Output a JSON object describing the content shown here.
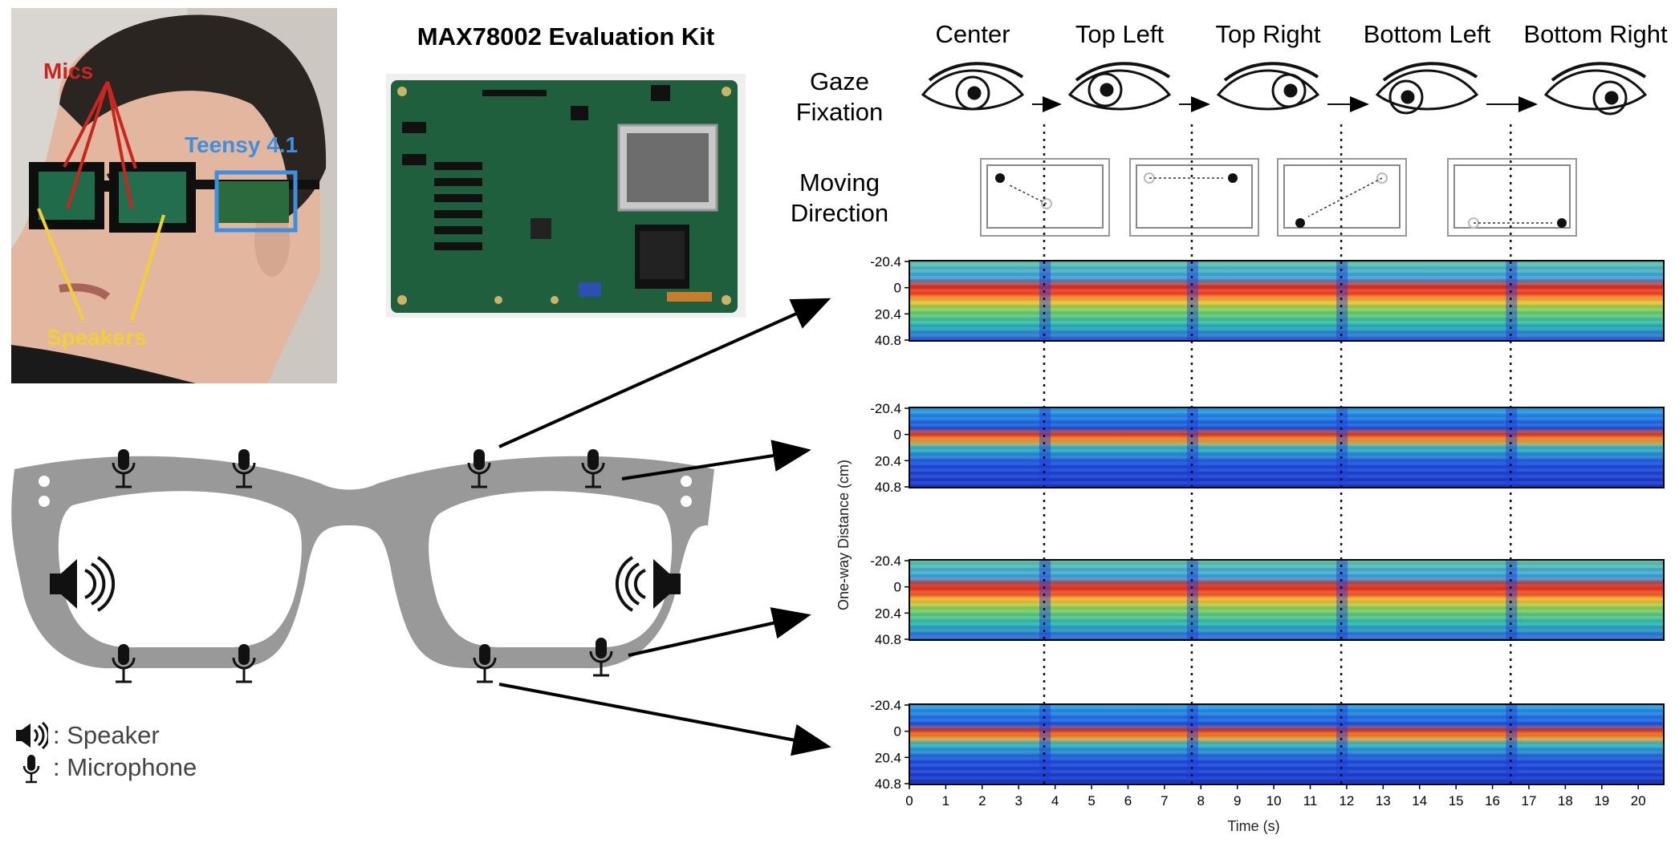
{
  "photo": {
    "mics_label": "Mics",
    "teensy_label": "Teensy 4.1",
    "speakers_label": "Speakers",
    "colors": {
      "mics": "#c8261e",
      "teensy": "#3d8fe0",
      "speakers": "#f2cf3a"
    }
  },
  "kit": {
    "title": "MAX78002 Evaluation Kit"
  },
  "legend": {
    "speaker": ": Speaker",
    "microphone": ": Microphone"
  },
  "gaze": {
    "row_label_line1": "Gaze",
    "row_label_line2": "Fixation",
    "columns": [
      "Center",
      "Top Left",
      "Top Right",
      "Bottom Left",
      "Bottom Right"
    ]
  },
  "moving": {
    "row_label_line1": "Moving",
    "row_label_line2": "Direction"
  },
  "chart_data": {
    "type": "heatmap",
    "xlabel": "Time (s)",
    "ylabel": "One-way Distance (cm)",
    "xlim": [
      0,
      20.7
    ],
    "x_ticks": [
      0,
      1,
      2,
      3,
      4,
      5,
      6,
      7,
      8,
      9,
      10,
      11,
      12,
      13,
      14,
      15,
      16,
      17,
      18,
      19,
      20
    ],
    "y_ticks": [
      "-20.4",
      "0",
      "20.4",
      "40.8"
    ],
    "ylim": [
      -20.4,
      40.8
    ],
    "event_times": [
      3.7,
      7.75,
      11.85,
      16.5
    ],
    "colormap": "jet",
    "panels": 4
  }
}
